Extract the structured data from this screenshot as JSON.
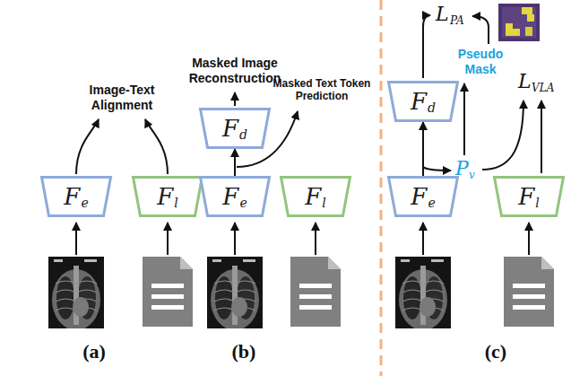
{
  "diagram": {
    "nodes": [
      {
        "text": [
          "F",
          "e"
        ]
      },
      {
        "text": [
          "F",
          "l"
        ]
      },
      {
        "text": [
          "F",
          "d"
        ]
      },
      {
        "text": [
          "F",
          "e"
        ]
      },
      {
        "text": [
          "F",
          "l"
        ]
      },
      {
        "text": [
          "F",
          "d"
        ]
      },
      {
        "text": [
          "F",
          "e"
        ]
      },
      {
        "text": [
          "F",
          "l"
        ]
      }
    ],
    "edges": [
      {
        "from": 3,
        "to": 2,
        "arrow": "to"
      },
      {
        "from": 6,
        "to": 5,
        "arrow": "to"
      }
    ],
    "labels": [
      "Image-Text Alignment",
      "Masked Image Reconstruction",
      "Masked Text Token Prediction",
      "L",
      "PA",
      "Pseudo Mask",
      "P",
      "v",
      "L",
      "VLA",
      "(a)",
      "(b)",
      "(c)"
    ]
  }
}
